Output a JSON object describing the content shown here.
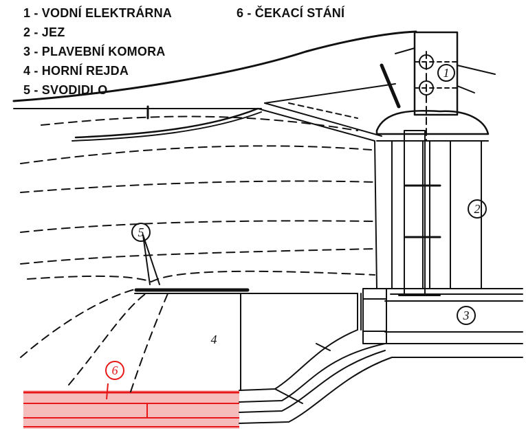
{
  "legend": [
    "1 - VODNÍ ELEKTRÁRNA",
    "2 - JEZ",
    "3 - PLAVEBNÍ KOMORA",
    "4 - HORNÍ REJDA",
    "5 - SVODIDLO",
    "6 - ČEKACÍ STÁNÍ"
  ],
  "markers": {
    "m1": "1",
    "m2": "2",
    "m3": "3",
    "m4": "4",
    "m5": "5",
    "m6": "6"
  },
  "colors": {
    "ink": "#111111",
    "highlight_fill": "#f4b0b0",
    "highlight_line": "#e81818"
  }
}
